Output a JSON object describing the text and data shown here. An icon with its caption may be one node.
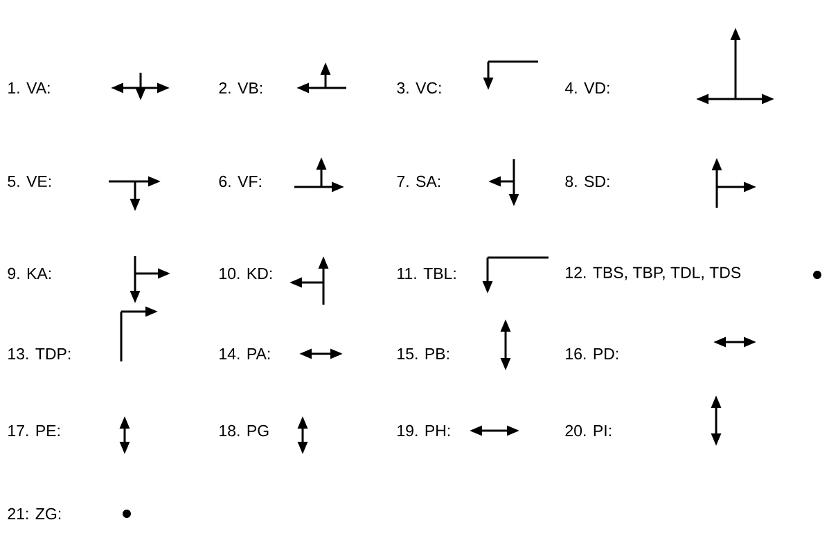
{
  "diagram": {
    "labels": [
      "1. VA:",
      "2. VB:",
      "3. VC:",
      "4. VD:",
      "5. VE:",
      "6. VF:",
      "7. SA:",
      "8. SD:",
      "9. KA:",
      "10. KD:",
      "11. TBL:",
      "12. TBS, TBP, TDL, TDS",
      "13. TDP:",
      "14. PA:",
      "15. PB:",
      "16. PD:",
      "17. PE:",
      "18. PG",
      "19. PH:",
      "20. PI:",
      "21: ZG:"
    ]
  }
}
